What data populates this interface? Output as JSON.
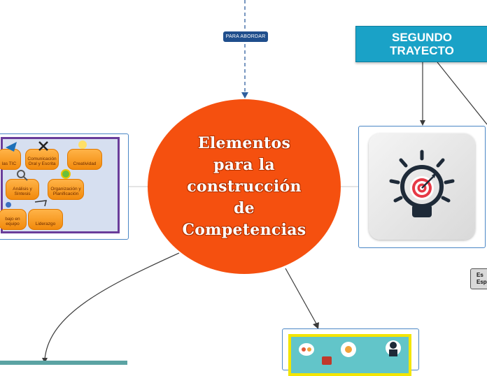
{
  "central": {
    "title": "Elementos\npara la\nconstrucción\nde\nCompetencias",
    "color": "#f5500f"
  },
  "connector_label": "PARA ABORDAR",
  "segundo_trayecto": {
    "label": "SEGUNDO\nTRAYECTO",
    "color": "#1aa2c7"
  },
  "competencias_image": {
    "skills": [
      "las TIC",
      "Comunicación Oral y Escrita",
      "Creatividad",
      "Análisis y Síntesis",
      "Organización y Planificación",
      "bajo en equipo",
      "Liderazgo"
    ]
  },
  "esp_node": {
    "label": "Es\nEsp"
  },
  "icons": [
    "lightbulb-target-icon",
    "team-icons-image"
  ]
}
